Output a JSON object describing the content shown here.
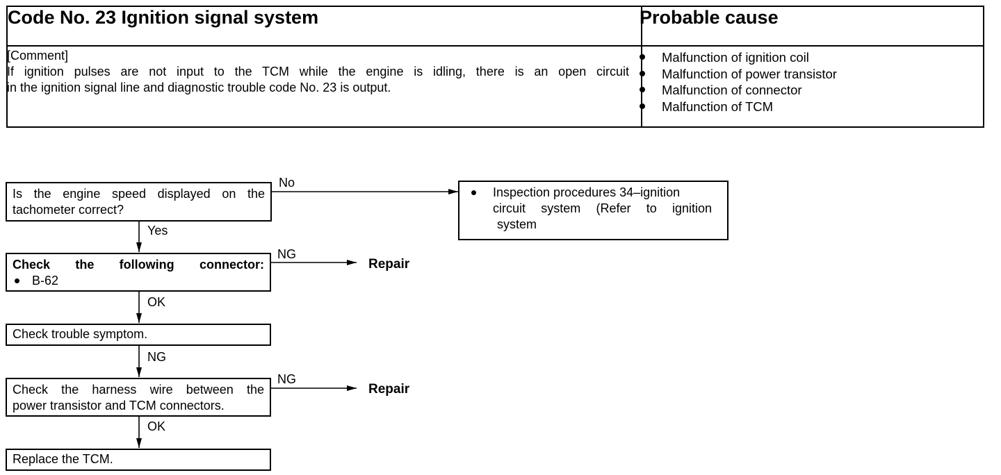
{
  "table": {
    "title": "Code No. 23 Ignition signal system",
    "cause_header": "Probable cause",
    "comment_label": "[Comment]",
    "comment_line1": "If ignition pulses are not input to the TCM while the engine is idling, there is an open circuit",
    "comment_line2": "in the ignition signal line and diagnostic trouble code No. 23 is output.",
    "causes": [
      "Malfunction of ignition coil",
      "Malfunction of power transistor",
      "Malfunction of connector",
      "Malfunction of TCM"
    ]
  },
  "flow": {
    "step1_line1": "Is the engine speed displayed on the",
    "step1_line2": "tachometer correct?",
    "no_label": "No",
    "inspect_line1": "Inspection procedures 34–ignition",
    "inspect_line2": "circuit system (Refer to ignition",
    "inspect_line3": "system",
    "yes_label": "Yes",
    "step2_line1": "Check the following connector:",
    "step2_bullet": "B-62",
    "ng_label_1": "NG",
    "repair_1": "Repair",
    "ok_label_1": "OK",
    "step3": "Check trouble symptom.",
    "ng_label_2": "NG",
    "step4_line1": "Check the harness wire between the",
    "step4_line2": "power transistor and TCM connectors.",
    "ng_label_3": "NG",
    "repair_2": "Repair",
    "ok_label_2": "OK",
    "step5": "Replace the TCM."
  }
}
